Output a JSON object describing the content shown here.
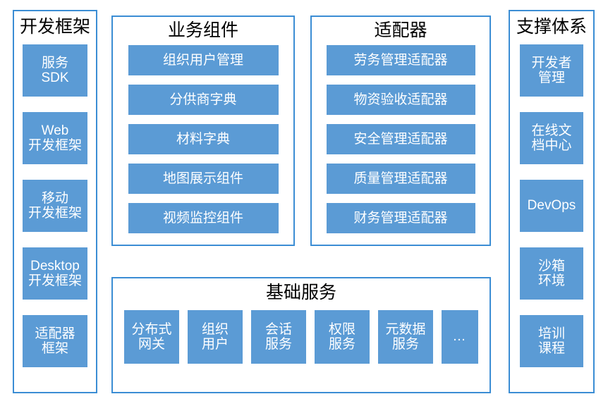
{
  "colors": {
    "panel_border": "#3B8DD4",
    "tile_fill": "#5B9BD5",
    "tile_text": "#FFFFFF",
    "title_text": "#000000",
    "background": "#FFFFFF"
  },
  "diagram": {
    "type": "layered-architecture",
    "columns": [
      {
        "id": "dev-framework",
        "title": "开发框架",
        "tiles": [
          {
            "lines": [
              "服务",
              "SDK"
            ]
          },
          {
            "lines": [
              "Web",
              "开发框架"
            ]
          },
          {
            "lines": [
              "移动",
              "开发框架"
            ]
          },
          {
            "lines": [
              "Desktop",
              "开发框架"
            ]
          },
          {
            "lines": [
              "适配器",
              "框架"
            ]
          }
        ]
      },
      {
        "id": "business-components",
        "title": "业务组件",
        "tiles": [
          {
            "lines": [
              "组织用户管理"
            ]
          },
          {
            "lines": [
              "分供商字典"
            ]
          },
          {
            "lines": [
              "材料字典"
            ]
          },
          {
            "lines": [
              "地图展示组件"
            ]
          },
          {
            "lines": [
              "视频监控组件"
            ]
          }
        ]
      },
      {
        "id": "adapter",
        "title": "适配器",
        "tiles": [
          {
            "lines": [
              "劳务管理适配器"
            ]
          },
          {
            "lines": [
              "物资验收适配器"
            ]
          },
          {
            "lines": [
              "安全管理适配器"
            ]
          },
          {
            "lines": [
              "质量管理适配器"
            ]
          },
          {
            "lines": [
              "财务管理适配器"
            ]
          }
        ]
      },
      {
        "id": "support-system",
        "title": "支撑体系",
        "tiles": [
          {
            "lines": [
              "开发者",
              "管理"
            ]
          },
          {
            "lines": [
              "在线文",
              "档中心"
            ]
          },
          {
            "lines": [
              "DevOps"
            ]
          },
          {
            "lines": [
              "沙箱",
              "环境"
            ]
          },
          {
            "lines": [
              "培训",
              "课程"
            ]
          }
        ]
      }
    ],
    "bottom_panel": {
      "id": "base-service",
      "title": "基础服务",
      "tiles": [
        {
          "lines": [
            "分布式",
            "网关"
          ]
        },
        {
          "lines": [
            "组织",
            "用户"
          ]
        },
        {
          "lines": [
            "会话",
            "服务"
          ]
        },
        {
          "lines": [
            "权限",
            "服务"
          ]
        },
        {
          "lines": [
            "元数据",
            "服务"
          ]
        },
        {
          "lines": [
            "…"
          ],
          "modifier": "ellipsis"
        }
      ]
    }
  }
}
